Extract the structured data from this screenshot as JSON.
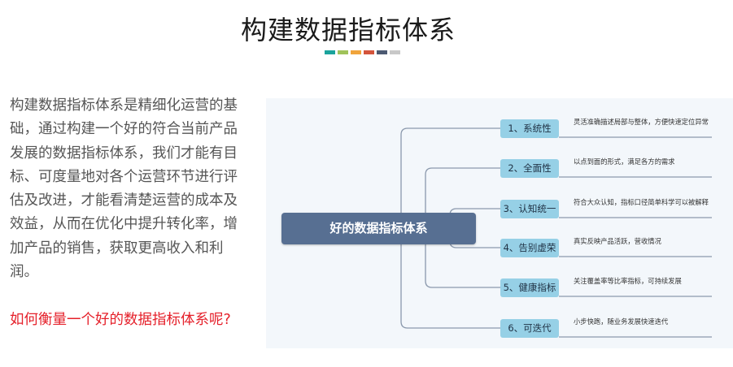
{
  "header": {
    "title": "构建数据指标体系",
    "accent_colors": [
      "#1ba39c",
      "#a0c35a",
      "#f0a43c",
      "#d4543c",
      "#4c5a72",
      "#c8c8c8"
    ]
  },
  "content": {
    "intro": "构建数据指标体系是精细化运营的基础，通过构建一个好的符合当前产品发展的数据指标体系，我们才能有目标、可度量地对各个运营环节进行评估及改进，才能看清楚运营的成本及效益，从而在优化中提升转化率，增加产品的销售，获取更高收入和利润。",
    "question": "如何衡量一个好的数据指标体系呢?"
  },
  "mindmap": {
    "center": "好的数据指标体系",
    "colors": {
      "center": "#576f92",
      "branch": "#96d0e6",
      "line": "#8a98ac"
    },
    "branches": [
      {
        "label": "1、系统性",
        "desc": "灵活准确描述局部与整体，方便快速定位异常"
      },
      {
        "label": "2、全面性",
        "desc": "以点到面的形式，满足各方的需求"
      },
      {
        "label": "3、认知统一",
        "desc": "符合大众认知，指标口径简单科学可以被解释"
      },
      {
        "label": "4、告别虚荣",
        "desc": "真实反映产品活跃，营收情况"
      },
      {
        "label": "5、健康指标",
        "desc": "关注覆盖率等比率指标，可持续发展"
      },
      {
        "label": "6、可迭代",
        "desc": "小步快跑，随业务发展快速迭代"
      }
    ]
  }
}
